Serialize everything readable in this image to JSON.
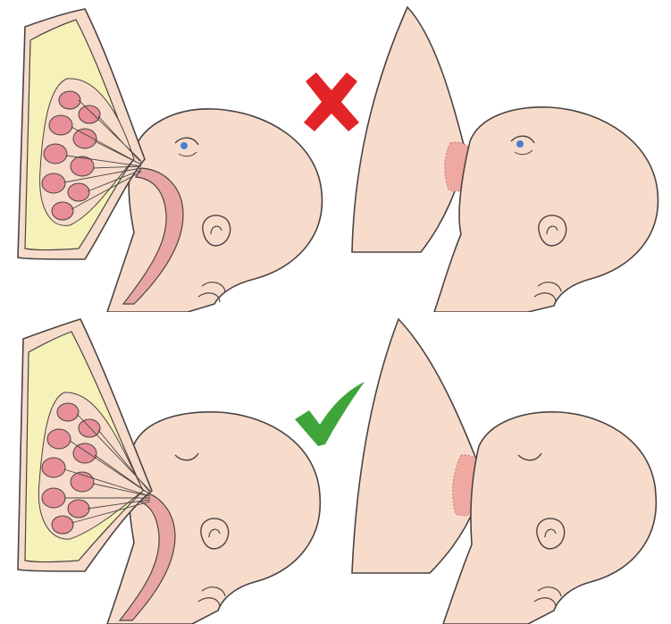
{
  "colors": {
    "skin": "#f8dccb",
    "skin_shadow": "#eec3ad",
    "outline": "#4a4444",
    "gland_fat": "#f6f1b8",
    "gland_lobe": "#e88f9a",
    "gland_lobe_light": "#f2b5bb",
    "throat": "#e9a4a4",
    "areola": "#f0a9a0",
    "eye_iris": "#4a7fd0",
    "wrong_mark": "#e32426",
    "correct_mark": "#3fa53a"
  },
  "panels": [
    {
      "position": "top-left",
      "view": "cross-section",
      "latch": "shallow"
    },
    {
      "position": "top-right",
      "view": "external",
      "latch": "shallow"
    },
    {
      "position": "bottom-left",
      "view": "cross-section",
      "latch": "deep"
    },
    {
      "position": "bottom-right",
      "view": "external",
      "latch": "deep"
    }
  ],
  "marks": {
    "wrong": {
      "icon": "cross-icon"
    },
    "correct": {
      "icon": "check-icon"
    }
  }
}
